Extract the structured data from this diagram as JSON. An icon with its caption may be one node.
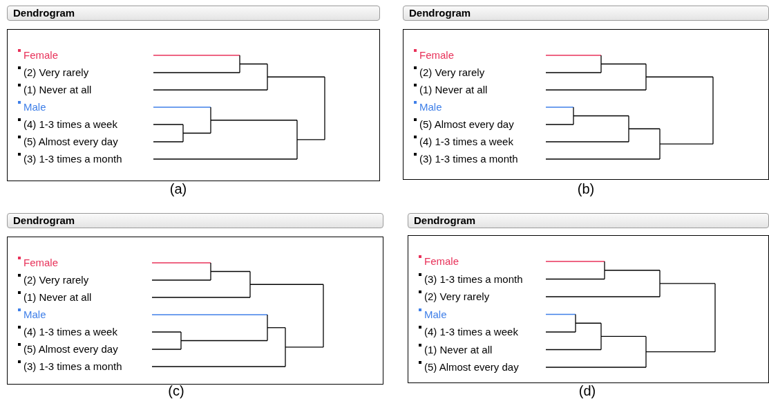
{
  "diagram": {
    "nodes": [
      {
        "text": [
          "Dendrogram"
        ],
        "beside": [
          "(a)"
        ]
      },
      {
        "text": [
          "Female"
        ],
        "in": 0
      },
      {
        "text": [
          "(2) Very rarely"
        ],
        "in": 0
      },
      {
        "text": [
          "(1) Never at all"
        ],
        "in": 0
      },
      {
        "text": [
          "Male"
        ],
        "in": 0
      },
      {
        "text": [
          "(4) 1-3 times a week"
        ],
        "in": 0
      },
      {
        "text": [
          "(5) Almost every day"
        ],
        "in": 0
      },
      {
        "text": [
          "(3) 1-3 times a month"
        ],
        "in": 0
      },
      {
        "text": [
          "Dendrogram"
        ],
        "beside": [
          "(b)"
        ]
      },
      {
        "text": [
          "Female"
        ],
        "in": 8
      },
      {
        "text": [
          "(2) Very rarely"
        ],
        "in": 8
      },
      {
        "text": [
          "(1) Never at all"
        ],
        "in": 8
      },
      {
        "text": [
          "Male"
        ],
        "in": 8
      },
      {
        "text": [
          "(5) Almost every day"
        ],
        "in": 8
      },
      {
        "text": [
          "(4) 1-3 times a week"
        ],
        "in": 8
      },
      {
        "text": [
          "(3) 1-3 times a month"
        ],
        "in": 8
      },
      {
        "text": [
          "Dendrogram"
        ],
        "beside": [
          "(c)"
        ]
      },
      {
        "text": [
          "Female"
        ],
        "in": 16
      },
      {
        "text": [
          "(2) Very rarely"
        ],
        "in": 16
      },
      {
        "text": [
          "(1) Never at all"
        ],
        "in": 16
      },
      {
        "text": [
          "Male"
        ],
        "in": 16
      },
      {
        "text": [
          "(4) 1-3 times a week"
        ],
        "in": 16
      },
      {
        "text": [
          "(5) Almost every day"
        ],
        "in": 16
      },
      {
        "text": [
          "(3) 1-3 times a month"
        ],
        "in": 16
      },
      {
        "text": [
          "Dendrogram"
        ],
        "beside": [
          "(d)"
        ]
      },
      {
        "text": [
          "Female"
        ],
        "in": 24
      },
      {
        "text": [
          "(3) 1-3 times a month"
        ],
        "in": 24
      },
      {
        "text": [
          "(2) Very rarely"
        ],
        "in": 24
      },
      {
        "text": [
          "Male"
        ],
        "in": 24
      },
      {
        "text": [
          "(4) 1-3 times a week"
        ],
        "in": 24
      },
      {
        "text": [
          "(1) Never at all"
        ],
        "in": 24
      },
      {
        "text": [
          "(5) Almost every day"
        ],
        "in": 24
      }
    ]
  }
}
